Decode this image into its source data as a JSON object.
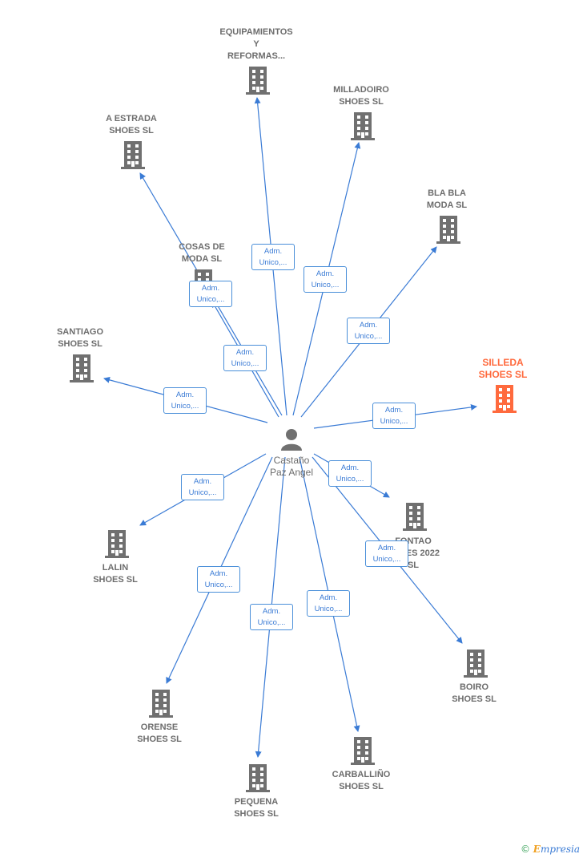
{
  "person": {
    "name_line1": "Castaño",
    "name_line2": "Paz Angel"
  },
  "role": {
    "line1": "Adm.",
    "line2": "Unico,..."
  },
  "companies": [
    {
      "id": "equipamientos",
      "label": "EQUIPAMIENTOS\nY\nREFORMAS...",
      "highlight": false
    },
    {
      "id": "milladoiro",
      "label": "MILLADOIRO\nSHOES  SL",
      "highlight": false
    },
    {
      "id": "a-estrada",
      "label": "A ESTRADA\nSHOES  SL",
      "highlight": false
    },
    {
      "id": "bla-bla",
      "label": "BLA BLA\nMODA  SL",
      "highlight": false
    },
    {
      "id": "cosas-de-moda",
      "label": "COSAS DE\nMODA  SL",
      "highlight": false
    },
    {
      "id": "santiago",
      "label": "SANTIAGO\nSHOES  SL",
      "highlight": false
    },
    {
      "id": "silleda",
      "label": "SILLEDA\nSHOES  SL",
      "highlight": true
    },
    {
      "id": "fontao",
      "label": "FONTAO\nSHOES 2022\nSL",
      "highlight": false
    },
    {
      "id": "lalin",
      "label": "LALIN\nSHOES  SL",
      "highlight": false
    },
    {
      "id": "boiro",
      "label": "BOIRO\nSHOES  SL",
      "highlight": false
    },
    {
      "id": "orense",
      "label": "ORENSE\nSHOES  SL",
      "highlight": false
    },
    {
      "id": "carballino",
      "label": "CARBALLIÑO\nSHOES  SL",
      "highlight": false
    },
    {
      "id": "pequena",
      "label": "PEQUENA\nSHOES  SL",
      "highlight": false
    }
  ],
  "colors": {
    "edge": "#3a7bd5",
    "building": "#707070",
    "highlight": "#ff6a3d"
  },
  "footer": {
    "copyright": "©",
    "brand_initial": "E",
    "brand_rest": "mpresia"
  }
}
